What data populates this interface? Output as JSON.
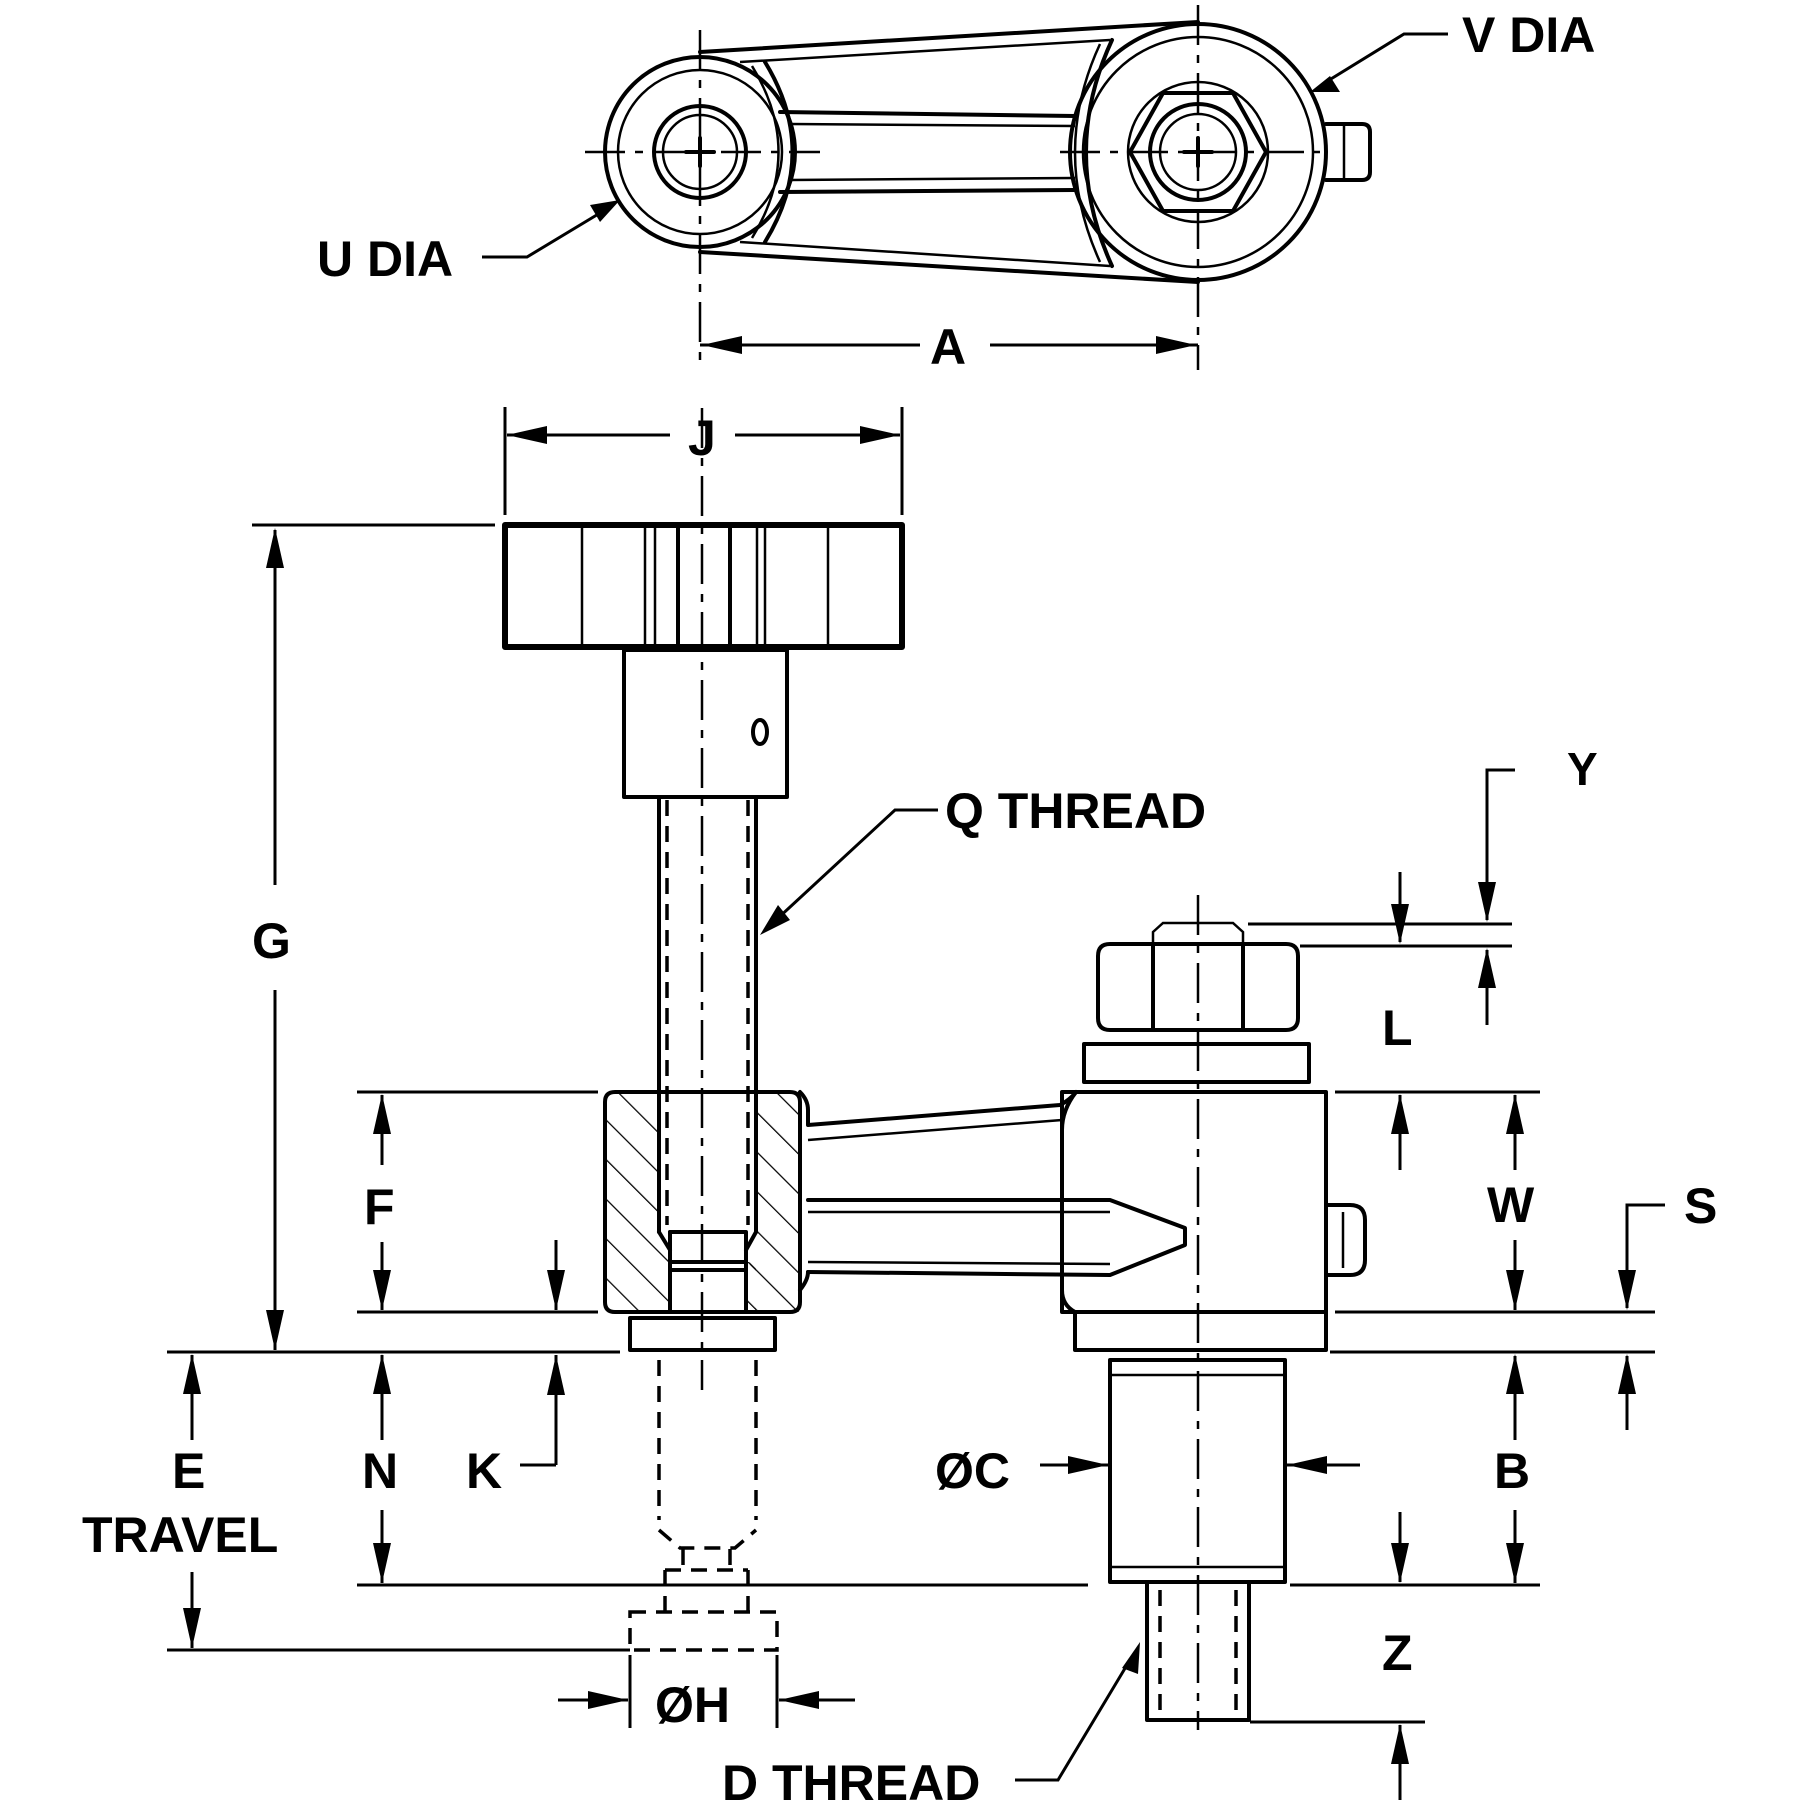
{
  "labels": {
    "u_dia": "U DIA",
    "v_dia": "V DIA",
    "a": "A",
    "j": "J",
    "g": "G",
    "q_thread": "Q THREAD",
    "y": "Y",
    "l": "L",
    "f": "F",
    "w": "W",
    "s": "S",
    "e": "E",
    "travel": "TRAVEL",
    "n": "N",
    "k": "K",
    "c": "ØC",
    "b": "B",
    "z": "Z",
    "h": "ØH",
    "d_thread": "D THREAD"
  }
}
